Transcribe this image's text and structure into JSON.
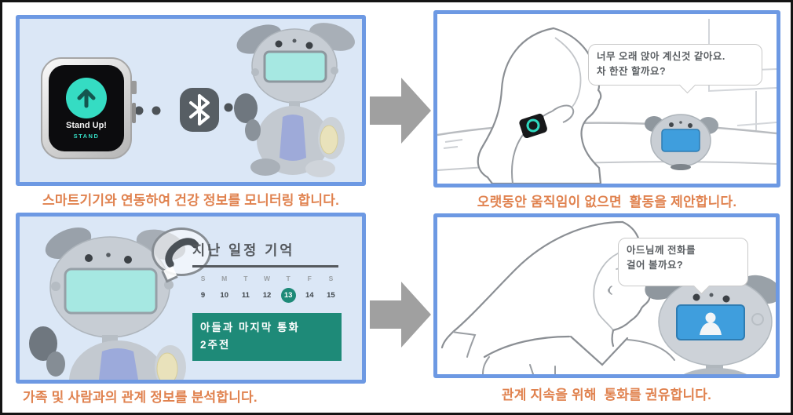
{
  "colors": {
    "panel_border_blue": "#6d99e3",
    "panel_bg_light_blue": "#dbe7f6",
    "panel_bg_white": "#ffffff",
    "caption_orange": "#e0824f",
    "arrow_gray": "#a0a0a0",
    "bluetooth_badge_gray": "#575e64",
    "calendar_teal": "#1e8a78",
    "watch_ring_teal": "#35dcc3",
    "robot_screen_cyan": "#a6e8e2",
    "robot_screen_blue": "#3f9edd",
    "outer_border_black": "#141414"
  },
  "panels": {
    "top_left": {
      "caption": "스마트기기와 연동하여 건강 정보를 모니터링 합니다.",
      "watch": {
        "label": "Stand Up!",
        "sublabel": "STAND"
      }
    },
    "top_right": {
      "caption": "오랫동안 움직임이 없으면  활동을 제안합니다.",
      "speech_line1": "너무 오래 앉아 계신것 같아요.",
      "speech_line2": "차 한잔 할까요?"
    },
    "bottom_left": {
      "caption": "가족 및 사람과의 관계 정보를 분석합니다.",
      "calendar": {
        "title": "지난 일정 기억",
        "day_headers": [
          "S",
          "M",
          "T",
          "W",
          "T",
          "F",
          "S"
        ],
        "dates": [
          "9",
          "10",
          "11",
          "12",
          "13",
          "14",
          "15"
        ],
        "highlighted_date": "13",
        "event_line1": "아들과 마지막 통화",
        "event_line2": "2주전"
      }
    },
    "bottom_right": {
      "caption": "관계 지속을 위해  통화를 권유합니다.",
      "speech_line1": "아드님께 전화를",
      "speech_line2": "걸어 볼까요?"
    }
  }
}
